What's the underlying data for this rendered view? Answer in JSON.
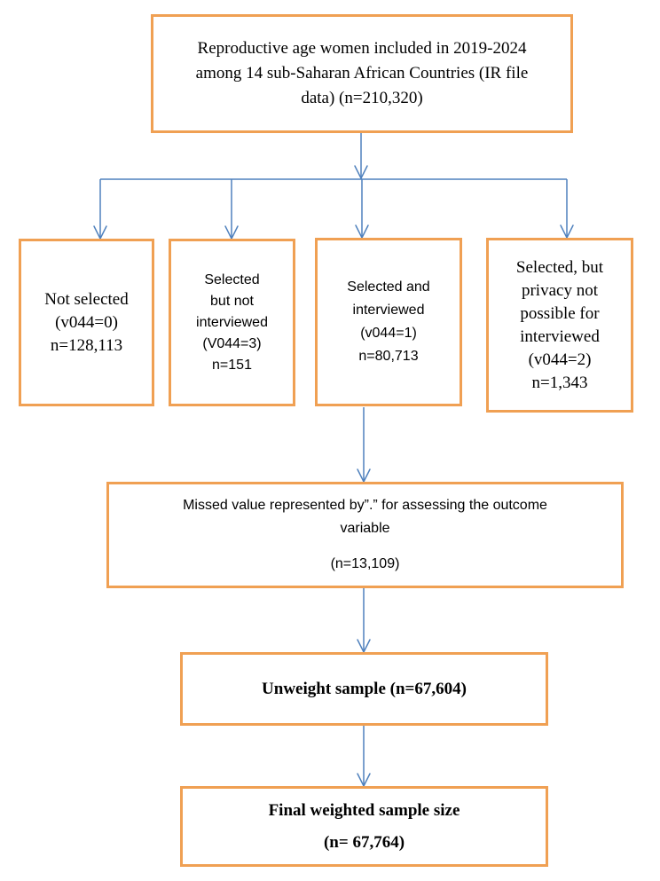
{
  "colors": {
    "box_border": "#F0A053",
    "arrow": "#4F81BD",
    "text": "#000000",
    "background": "#FFFFFF"
  },
  "top_box": {
    "lines": [
      "Reproductive age women included in 2019-2024",
      "among 14 sub-Saharan African Countries (IR file",
      "data) (n=210,320)"
    ]
  },
  "branches": [
    {
      "lines": [
        "Not selected",
        "(v044=0)",
        "n=128,113"
      ]
    },
    {
      "lines": [
        "Selected",
        "but not",
        "interviewed",
        "(V044=3)",
        "n=151"
      ]
    },
    {
      "lines": [
        "Selected and",
        "interviewed",
        "(v044=1)",
        "n=80,713"
      ]
    },
    {
      "lines": [
        "Selected, but",
        "privacy not",
        "possible for",
        "interviewed",
        "(v044=2)",
        "n=1,343"
      ]
    }
  ],
  "missed_box": {
    "lines": [
      "Missed value represented by”.” for assessing the outcome",
      "variable",
      "",
      "(n=13,109)"
    ]
  },
  "unweight_box": {
    "lines": [
      "Unweight sample (n=67,604)"
    ]
  },
  "final_box": {
    "lines": [
      "Final weighted sample size",
      "",
      "(n= 67,764)"
    ]
  }
}
